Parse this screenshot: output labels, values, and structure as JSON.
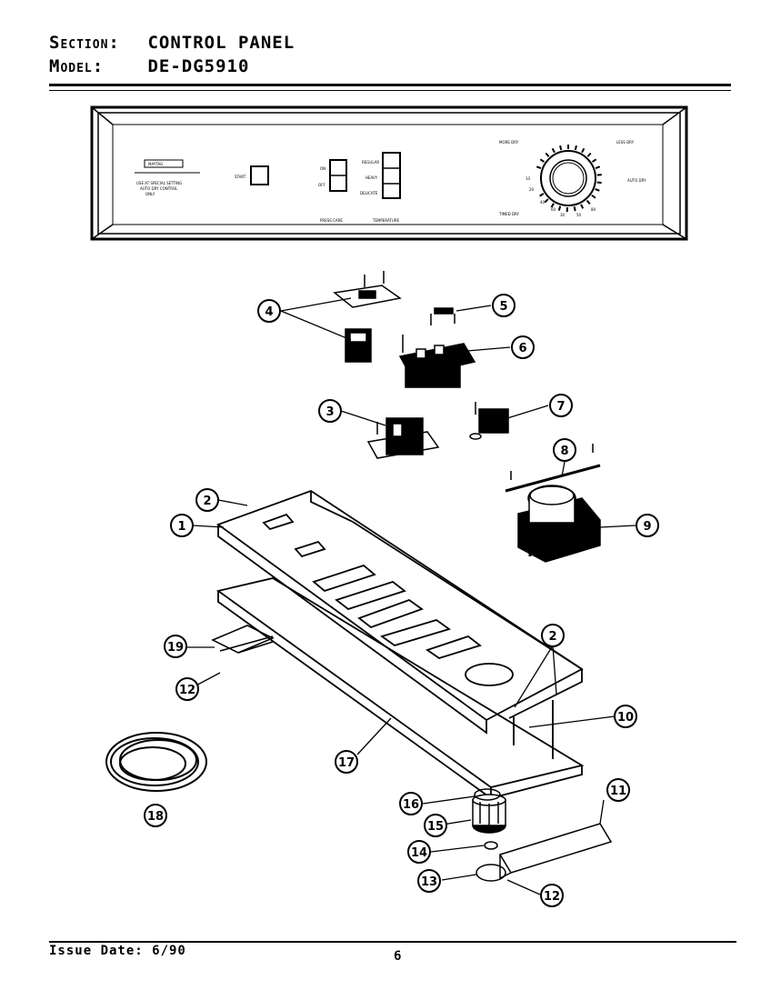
{
  "header": {
    "section_key": "Section:",
    "section_value": "CONTROL PANEL",
    "model_key": "Model:",
    "model_value": "DE-DG5910"
  },
  "panel": {
    "brand": "MAYTAG",
    "note_lines": [
      "USE AT SPECIAL SETTING",
      "AUTO DRY CONTROL",
      "ONLY"
    ],
    "start_label": "START",
    "press_care_label": "PRESS CARE",
    "temperature_label": "TEMPERATURE",
    "small_left_labels": [
      "ON",
      "OFF"
    ],
    "temp_options": [
      "REGULAR",
      "HEAVY",
      "DELICATE"
    ],
    "dial_labels": [
      "MORE DRY",
      "AUTO DRY",
      "TIMED DRY",
      "LESS DRY",
      "20",
      "40",
      "60",
      "10",
      "30",
      "50",
      "80"
    ]
  },
  "callouts": [
    "1",
    "2",
    "2",
    "3",
    "4",
    "5",
    "6",
    "7",
    "8",
    "9",
    "10",
    "11",
    "12",
    "12",
    "13",
    "14",
    "15",
    "16",
    "17",
    "18",
    "19"
  ],
  "footer": {
    "issue_date": "Issue Date: 6/90",
    "page_number": "6"
  }
}
